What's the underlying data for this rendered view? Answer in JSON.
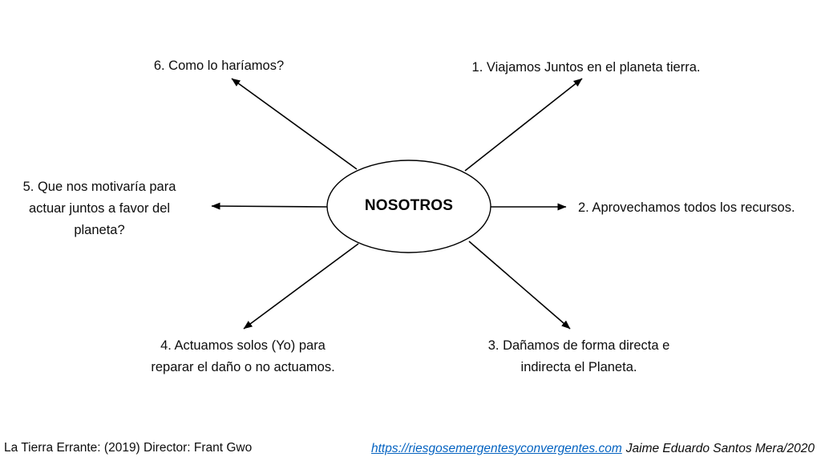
{
  "diagram": {
    "center_label": "NOSOTROS",
    "nodes": [
      {
        "id": "1",
        "position": "top-right",
        "lines": [
          "1. Viajamos Juntos en el planeta tierra."
        ]
      },
      {
        "id": "2",
        "position": "right",
        "lines": [
          "2. Aprovechamos todos los recursos."
        ]
      },
      {
        "id": "3",
        "position": "bottom-right",
        "lines": [
          "3. Dañamos de forma directa e",
          "indirecta el Planeta."
        ]
      },
      {
        "id": "4",
        "position": "bottom-left",
        "lines": [
          "4. Actuamos solos (Yo) para",
          "reparar el daño o no actuamos."
        ]
      },
      {
        "id": "5",
        "position": "left",
        "lines": [
          "5. Que nos motivaría para",
          "actuar juntos a favor del",
          "planeta?"
        ]
      },
      {
        "id": "6",
        "position": "top-left",
        "lines": [
          "6. Como lo haríamos?"
        ]
      }
    ]
  },
  "footer": {
    "movie_reference": "La Tierra Errante: (2019) Director: Frant Gwo",
    "link_text": "https://riesgosemergentesyconvergentes.com",
    "attribution": "Jaime Eduardo Santos Mera/2020"
  },
  "colors": {
    "background": "#ffffff",
    "stroke": "#000000",
    "text": "#0d0d0d",
    "link": "#0563C1"
  }
}
